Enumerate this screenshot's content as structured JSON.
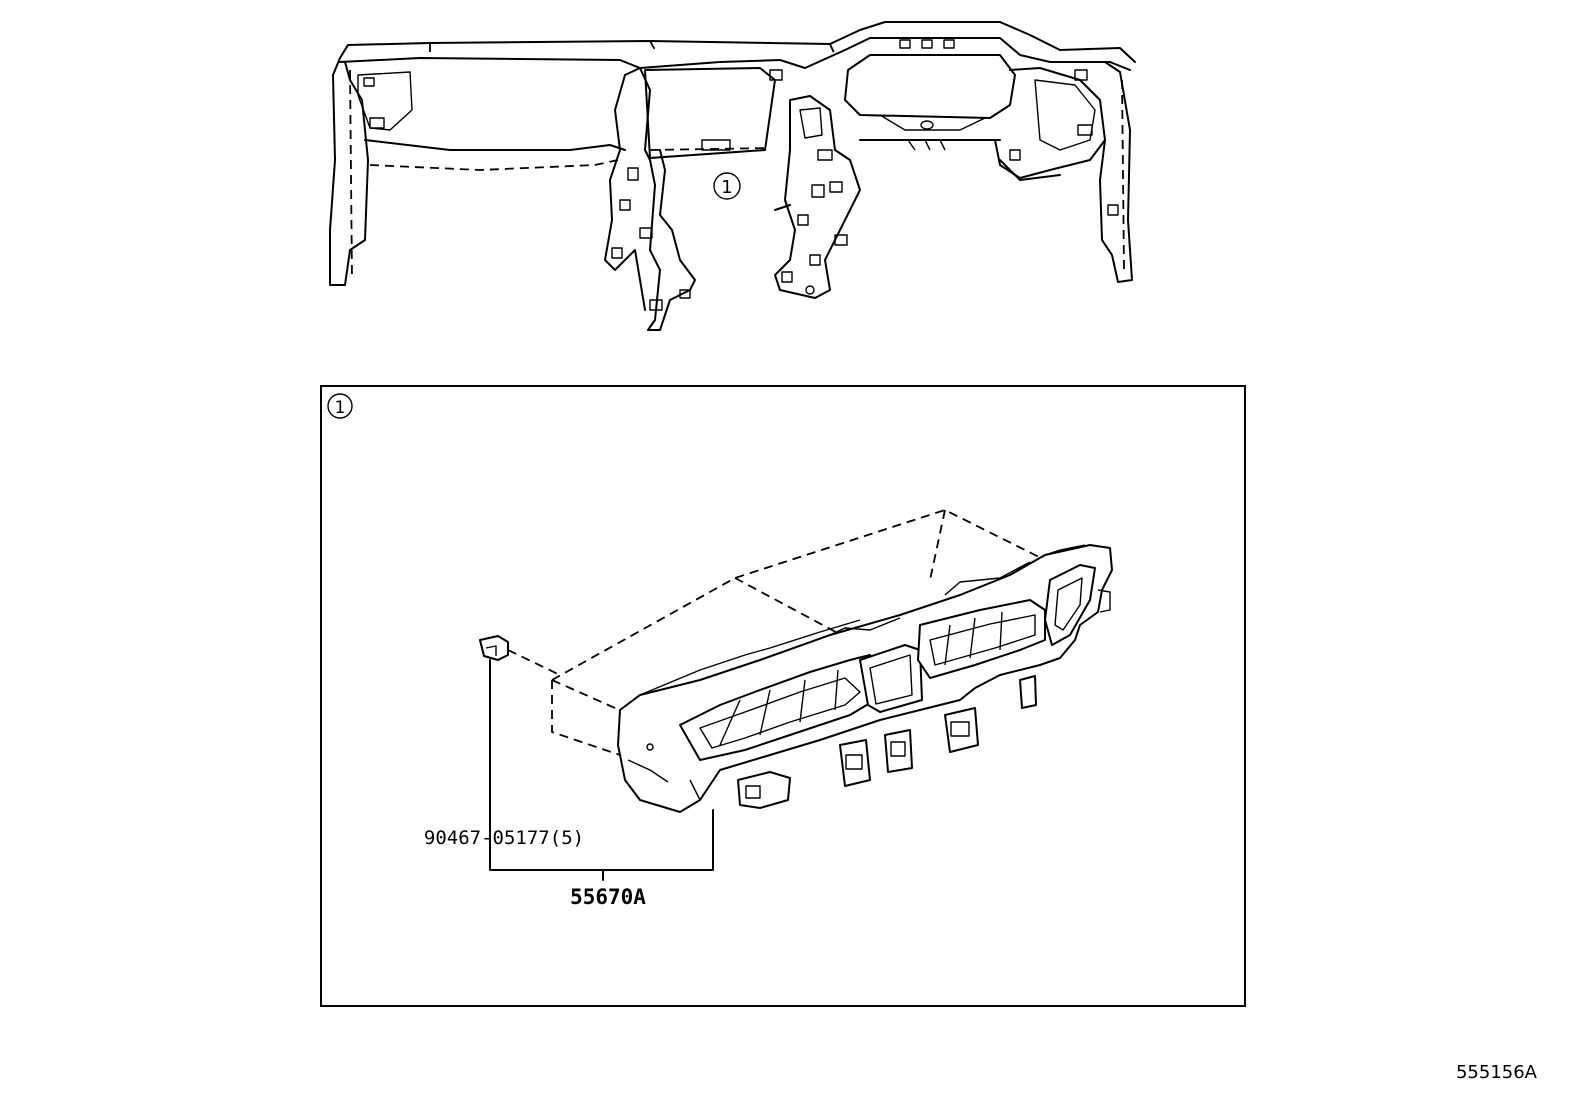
{
  "callouts": {
    "top_ref": "1",
    "box_ref": "1"
  },
  "labels": {
    "part_clip": "90467-05177(5)",
    "part_assembly": "55670A",
    "figure_code": "555156A"
  }
}
